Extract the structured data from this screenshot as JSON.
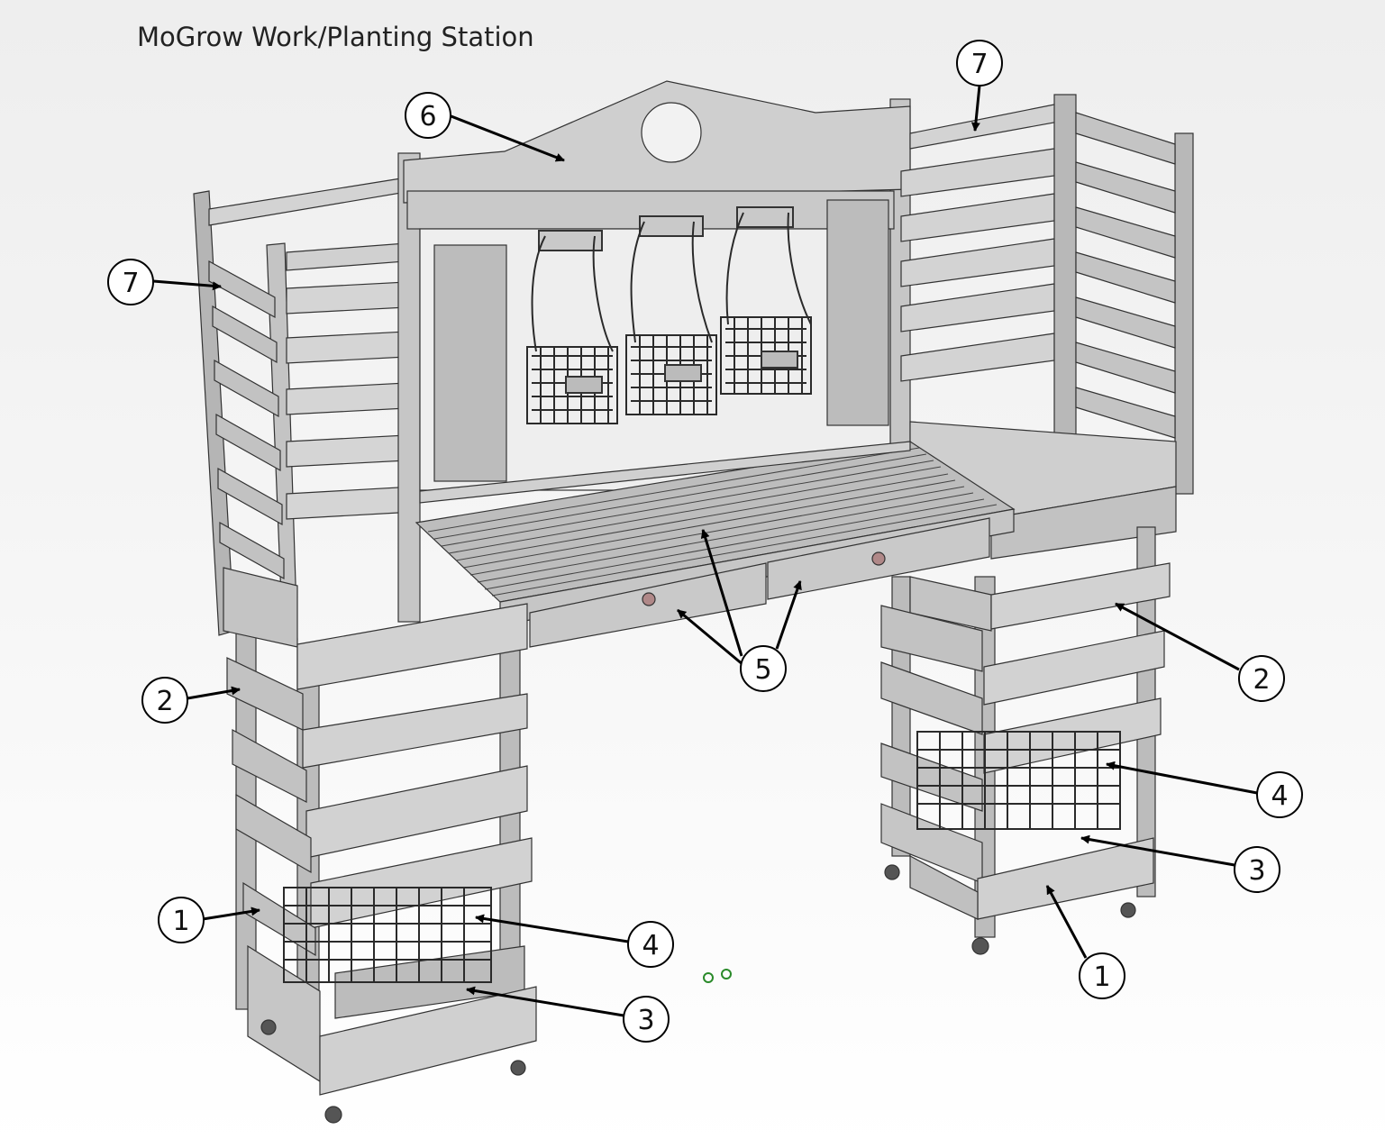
{
  "title": "MoGrow Work/Planting Station",
  "callouts": [
    {
      "id": "c7a",
      "label": "7"
    },
    {
      "id": "c6",
      "label": "6"
    },
    {
      "id": "c7b",
      "label": "7"
    },
    {
      "id": "c2a",
      "label": "2"
    },
    {
      "id": "c5",
      "label": "5"
    },
    {
      "id": "c2b",
      "label": "2"
    },
    {
      "id": "c4a",
      "label": "4"
    },
    {
      "id": "c3a",
      "label": "3"
    },
    {
      "id": "c1a",
      "label": "1"
    },
    {
      "id": "c4b",
      "label": "4"
    },
    {
      "id": "c3b",
      "label": "3"
    },
    {
      "id": "c1b",
      "label": "1"
    }
  ],
  "colors": {
    "wood_face": "#c9c9c9",
    "wood_light": "#d9d9d9",
    "wood_dark": "#a9a9a9",
    "panel": "#bdbdbd",
    "outline": "#333333",
    "basket": "#2a2a2a",
    "accent_edge": "#5a4a78"
  }
}
